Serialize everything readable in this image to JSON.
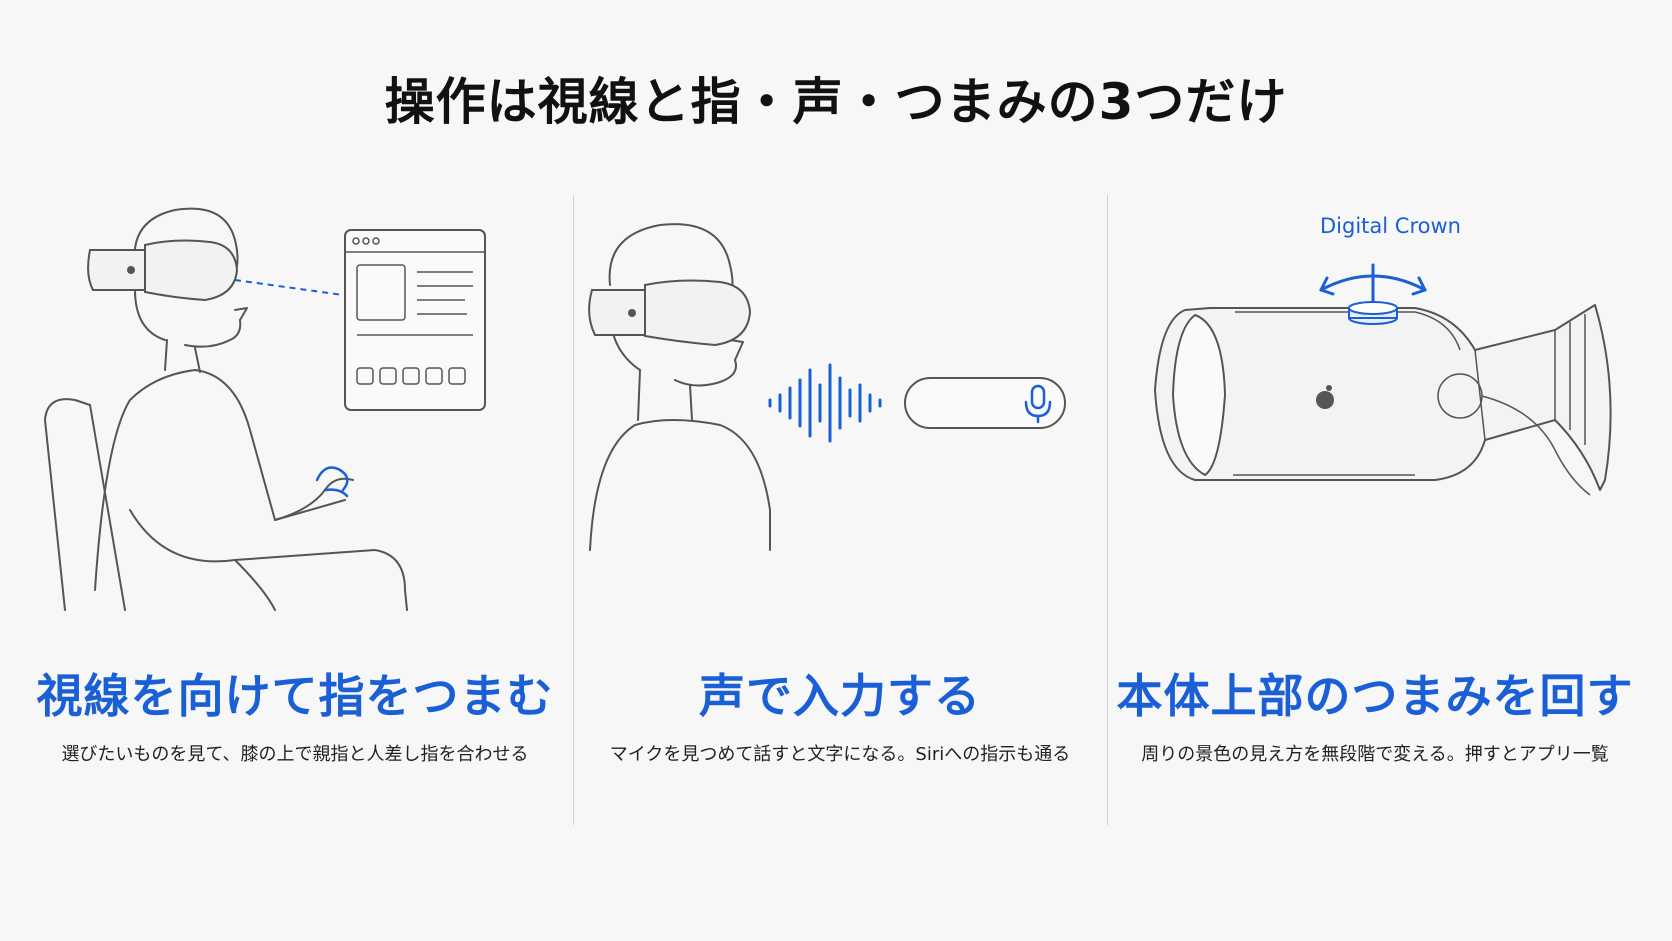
{
  "title": "操作は視線と指・声・つまみの3つだけ",
  "panels": [
    {
      "heading": "視線を向けて指をつまむ",
      "description": "選びたいものを見て、膝の上で親指と人差し指を合わせる"
    },
    {
      "heading": "声で入力する",
      "description": "マイクを見つめて話すと文字になる。Siriへの指示も通る"
    },
    {
      "heading": "本体上部のつまみを回す",
      "description": "周りの景色の見え方を無段階で変える。押すとアプリ一覧",
      "crown_label": "Digital Crown"
    }
  ],
  "colors": {
    "accent": "#1a5fd6",
    "ink": "#111111",
    "line": "#555555"
  }
}
